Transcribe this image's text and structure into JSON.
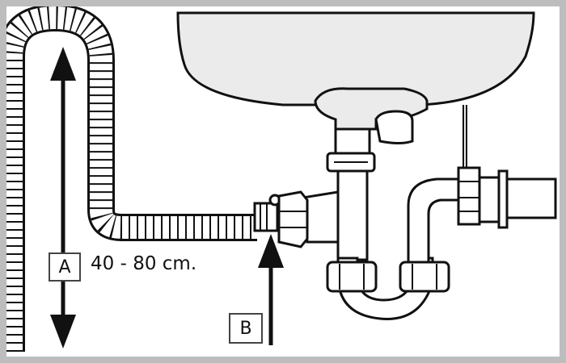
{
  "labels": {
    "a": "A",
    "b": "B",
    "height_range": "40 - 80 cm."
  },
  "colors": {
    "frame": "#bdbdbd",
    "line": "#111111",
    "fill": "#ebebeb",
    "background": "#ffffff"
  }
}
